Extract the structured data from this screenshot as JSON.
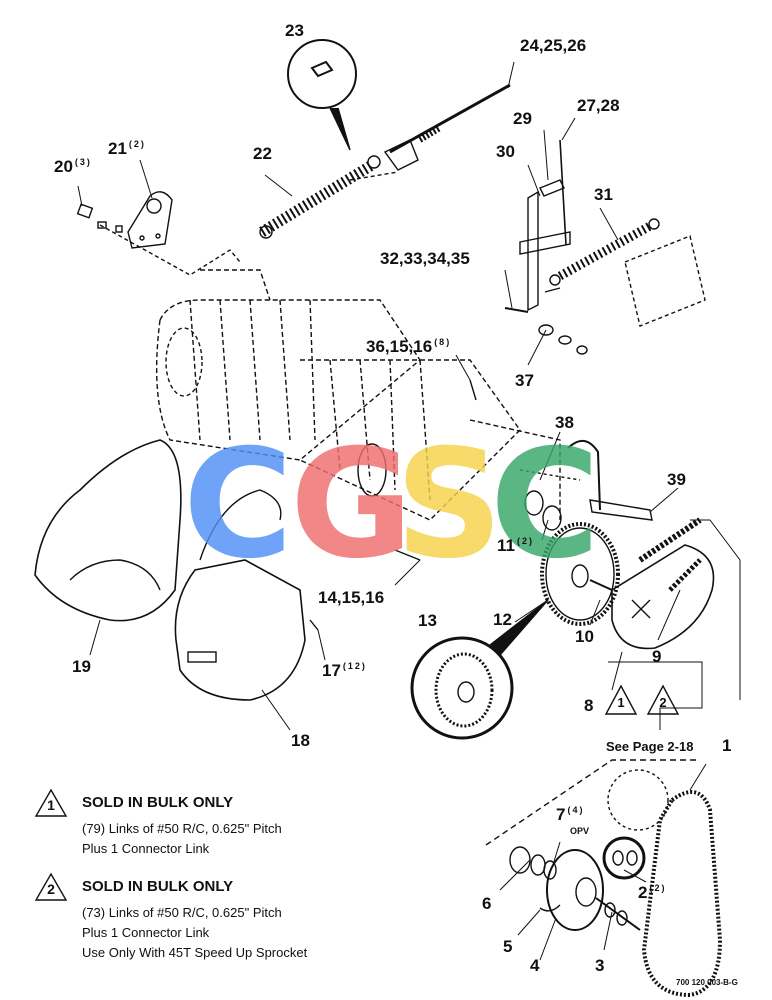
{
  "callouts": {
    "c1": "1",
    "c3": "3",
    "c4": "4",
    "c5": "5",
    "c6": "6",
    "c8": "8",
    "c9": "9",
    "c10": "10",
    "c12": "12",
    "c13": "13",
    "c18": "18",
    "c19": "19",
    "c22": "22",
    "c23": "23",
    "c37": "37",
    "c39": "39",
    "c14_15_16": "14,15,16",
    "c24_25_26": "24,25,26",
    "c27_28": "27,28",
    "c29": "29",
    "c30": "30",
    "c31": "31",
    "c32_35": "32,33,34,35",
    "c36_15_16": "36,15,16",
    "c38": "38",
    "c20": "20",
    "c20_qty": "(3)",
    "c21": "21",
    "c21_qty": "(2)",
    "c17": "17",
    "c17_qty": "(12)",
    "c11": "11",
    "c11_qty": "(2)",
    "c2": "2",
    "c2_qty": "(2)",
    "c7": "7",
    "c7_qty": "(4)",
    "c7_note": "OPV",
    "c36_qty": "(8)"
  },
  "see_page": "See Page 2-18",
  "chain_refs": [
    "1",
    "2"
  ],
  "notes": [
    {
      "number": "1",
      "heading": "SOLD IN BULK ONLY",
      "lines": [
        "(79) Links of #50 R/C, 0.625\" Pitch",
        "Plus 1 Connector Link"
      ]
    },
    {
      "number": "2",
      "heading": "SOLD IN BULK ONLY",
      "lines": [
        "(73) Links of #50 R/C, 0.625\" Pitch",
        "Plus 1 Connector Link",
        "Use Only With 45T Speed Up Sprocket"
      ]
    }
  ],
  "drawing_number": "700 120 003-B-G",
  "watermark": {
    "letters": [
      "C",
      "G",
      "S",
      "C"
    ],
    "colors": [
      "#4f8ff7",
      "#f06d6d",
      "#f6d24a",
      "#36a86a"
    ]
  }
}
